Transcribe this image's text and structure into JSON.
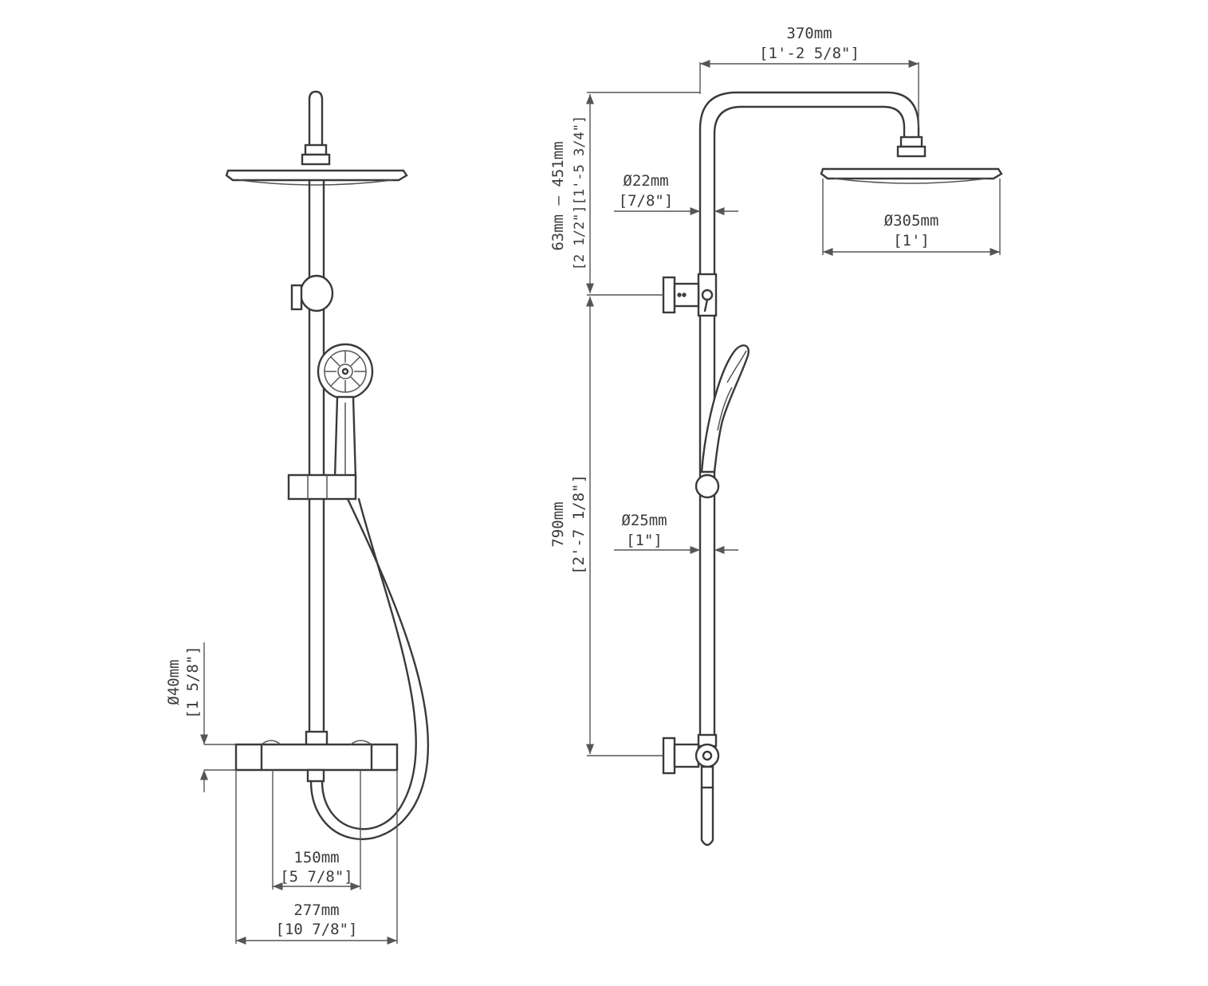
{
  "dimensions": {
    "width_total": {
      "metric": "370mm",
      "imperial": "[1'-2 5/8\"]"
    },
    "pipe_dia_top": {
      "metric": "Ø22mm",
      "imperial": "[7/8\"]"
    },
    "head_dia": {
      "metric": "Ø305mm",
      "imperial": "[1']"
    },
    "height_adjust": {
      "metric": "63mm — 451mm",
      "imperial": "[2 1/2\"][1'-5 3/4\"]"
    },
    "height_base": {
      "metric": "790mm",
      "imperial": "[2'-7 1/8\"]"
    },
    "pipe_dia_low": {
      "metric": "Ø25mm",
      "imperial": "[1\"]"
    },
    "valve_dia": {
      "metric": "Ø40mm",
      "imperial": "[1 5/8\"]"
    },
    "inlet_spacing": {
      "metric": "150mm",
      "imperial": "[5 7/8\"]"
    },
    "valve_width": {
      "metric": "277mm",
      "imperial": "[10 7/8\"]"
    }
  },
  "colors": {
    "line": "#3a3a3a",
    "background": "#ffffff"
  }
}
